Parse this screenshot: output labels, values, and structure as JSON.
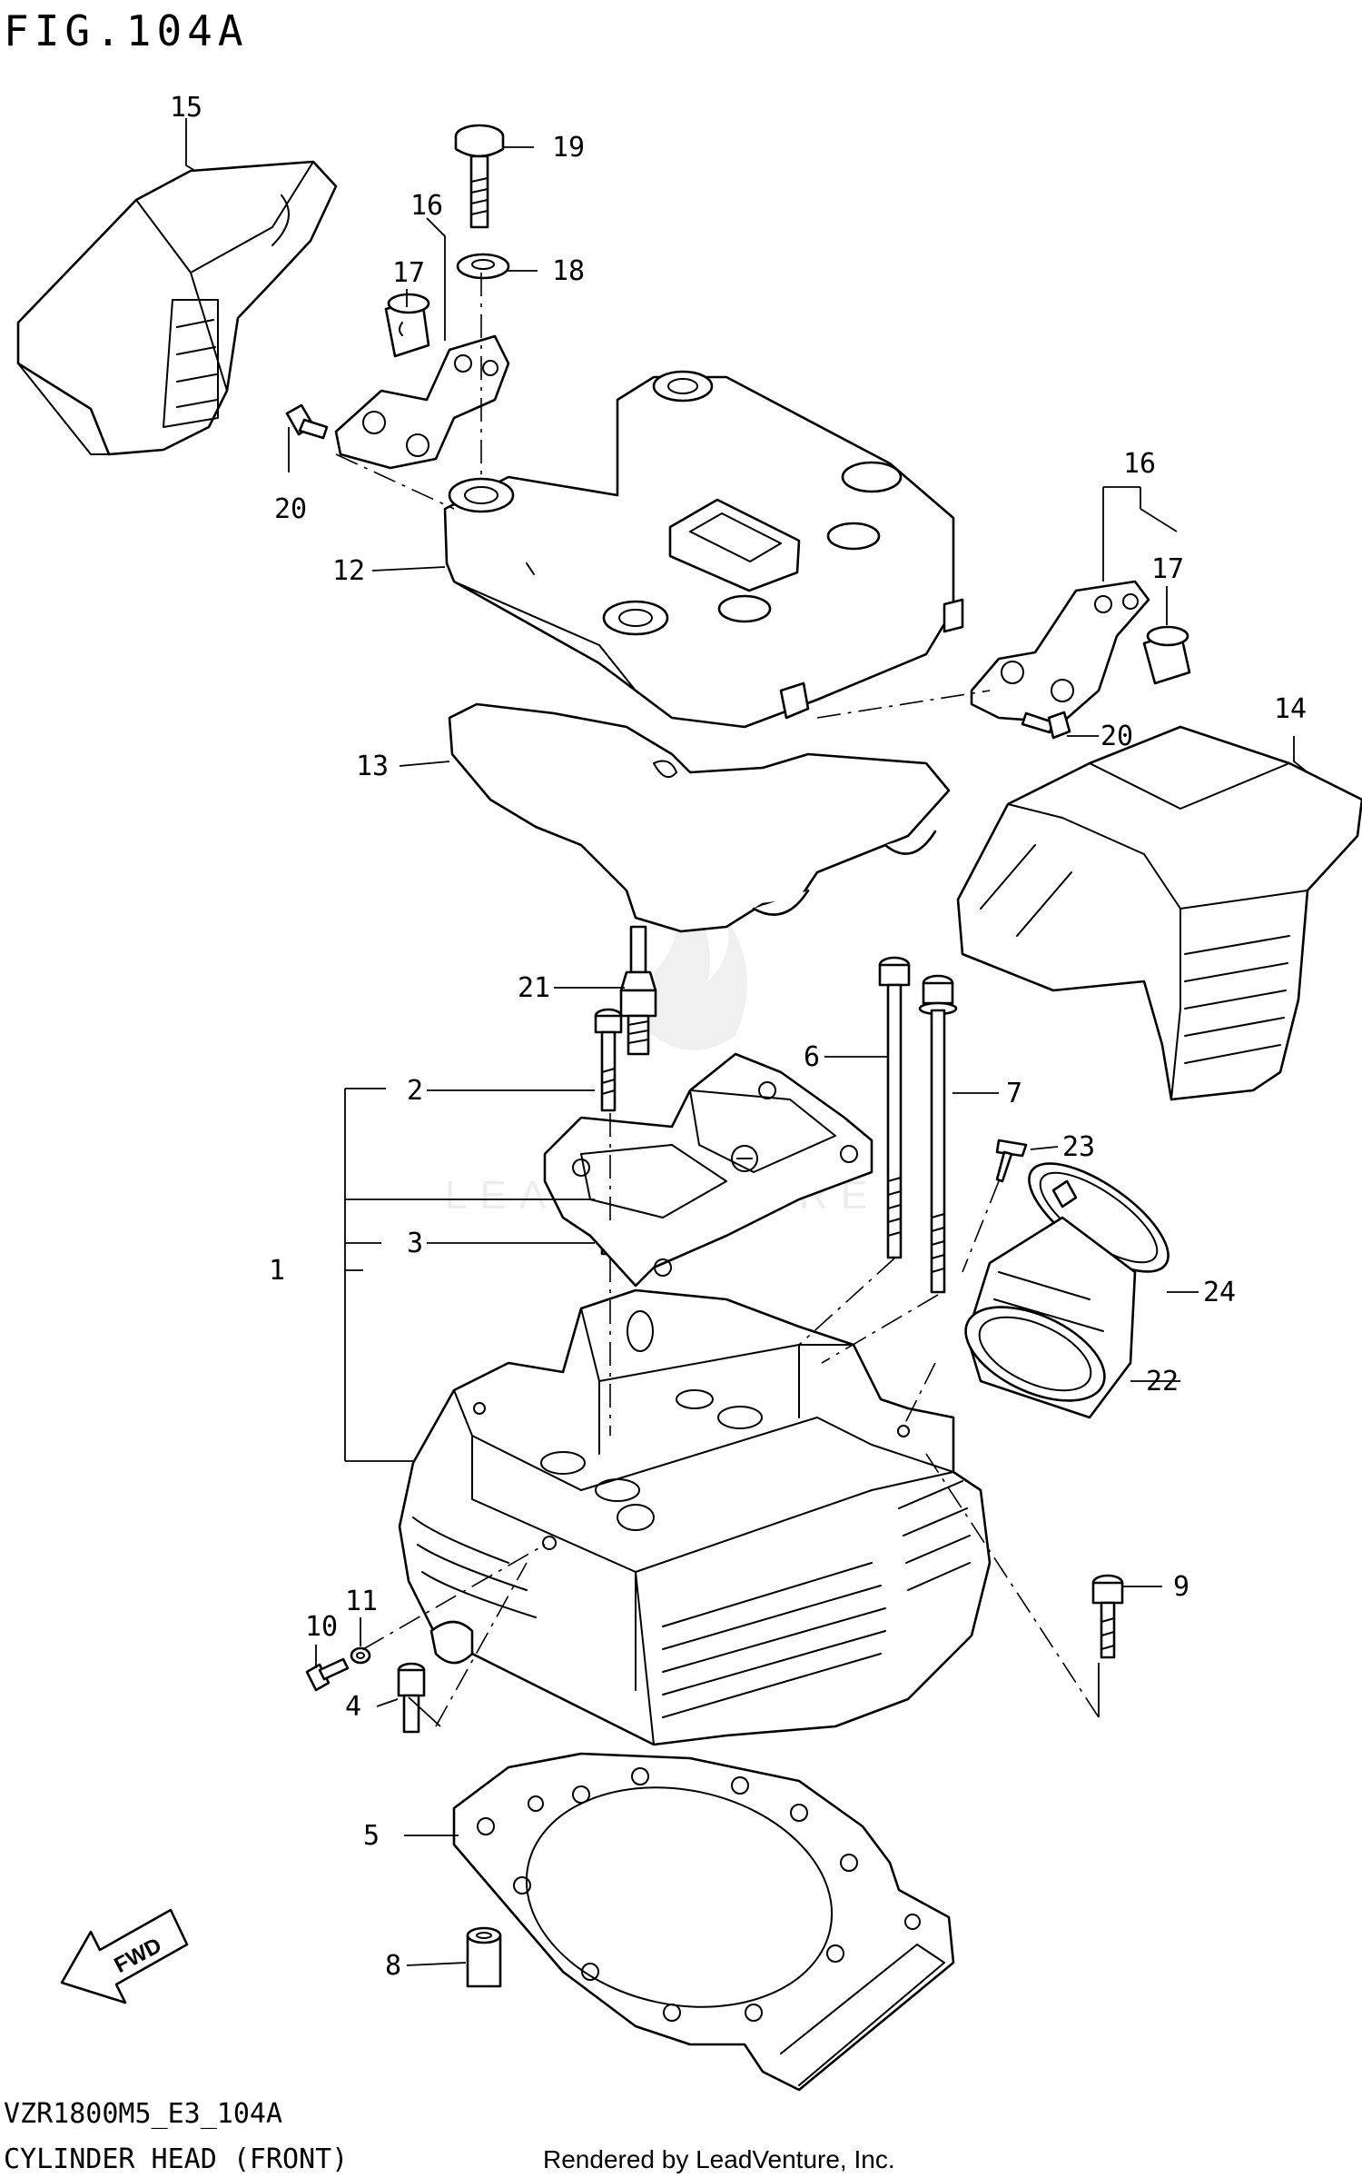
{
  "figure": {
    "title": "FIG.104A",
    "model_code": "VZR1800M5_E3_104A",
    "caption": "CYLINDER HEAD (FRONT)",
    "credit": "Rendered by LeadVenture, Inc.",
    "watermark": "LEADVENTURE",
    "fwd_label": "FWD"
  },
  "callouts": [
    "1",
    "2",
    "3",
    "4",
    "5",
    "6",
    "7",
    "8",
    "9",
    "10",
    "11",
    "12",
    "13",
    "14",
    "15",
    "16",
    "16",
    "17",
    "17",
    "18",
    "19",
    "20",
    "20",
    "21",
    "22",
    "23",
    "24"
  ]
}
